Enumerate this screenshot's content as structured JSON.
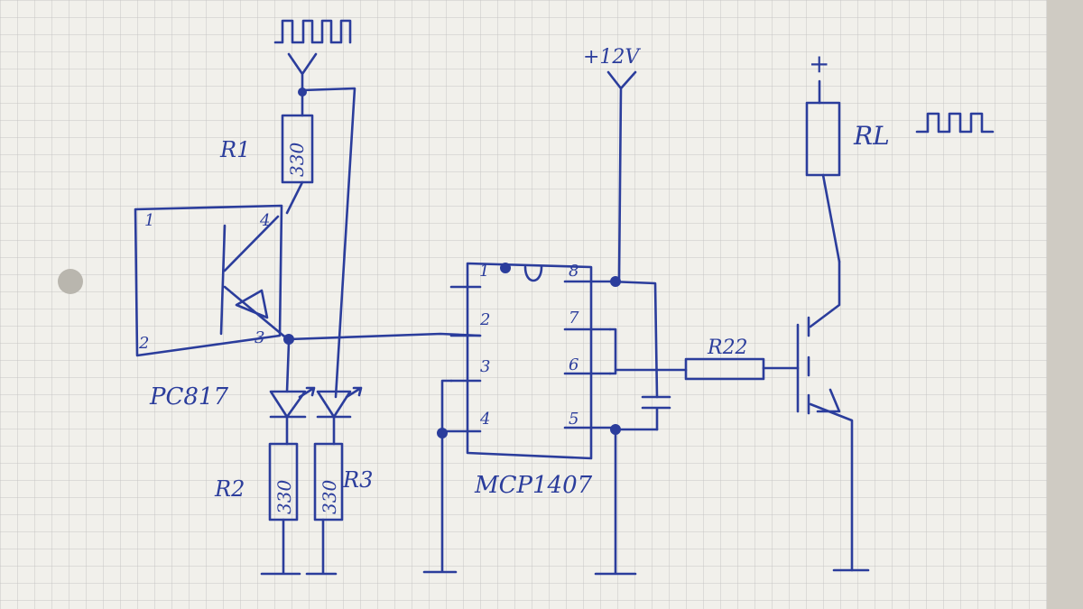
{
  "schematic": {
    "optocoupler": {
      "name": "PC817",
      "pins": [
        "1",
        "2",
        "3",
        "4"
      ]
    },
    "resistors": {
      "r1": {
        "label": "R1",
        "value": "330"
      },
      "r2": {
        "label": "R2",
        "value": "330"
      },
      "r3": {
        "label": "R3",
        "value": "330"
      },
      "r22": {
        "label": "R22"
      },
      "rl": {
        "label": "RL"
      }
    },
    "driver_ic": {
      "name": "MCP1407",
      "pins": [
        "1",
        "2",
        "3",
        "4",
        "5",
        "6",
        "7",
        "8"
      ]
    },
    "supply": {
      "v12": "+12V",
      "plus": "+"
    }
  },
  "colors": {
    "ink": "#2b3d9c",
    "paper": "#f2f1ec",
    "grid": "#c9c9c9"
  }
}
